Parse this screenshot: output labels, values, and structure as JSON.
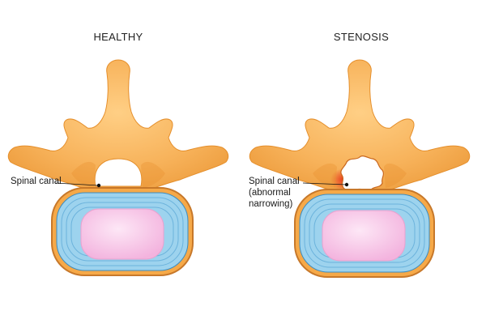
{
  "panels": {
    "healthy": {
      "title": "HEALTHY",
      "label": "Spinal canal"
    },
    "stenosis": {
      "title": "STENOSIS",
      "label_line1": "Spinal canal",
      "label_line2": "(abnormal",
      "label_line3": "narrowing)"
    }
  },
  "colors": {
    "bone": "#f7b25a",
    "bone_shadow": "#e8902e",
    "bone_highlight": "#ffd79a",
    "disc_ring": "#9dd3ee",
    "disc_ring_dark": "#3c8cc0",
    "disc_outline": "#c7782a",
    "nucleus": "#f6c4e4",
    "inflammation": "#e8341a"
  }
}
